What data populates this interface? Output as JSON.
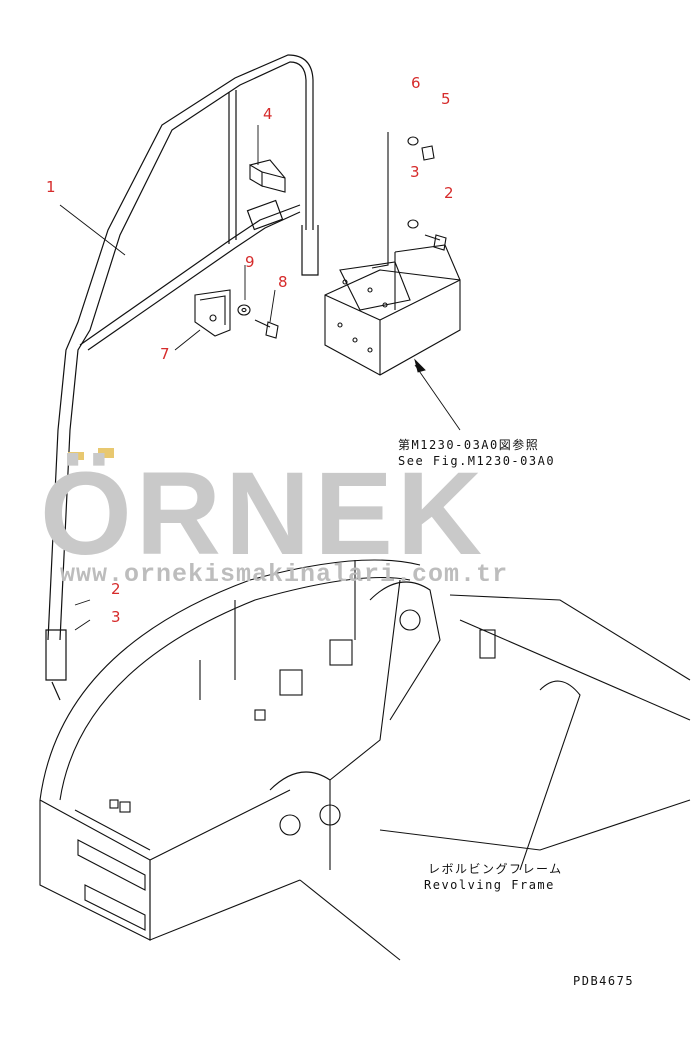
{
  "callouts": {
    "c1": "1",
    "c2a": "2",
    "c2b": "2",
    "c3a": "3",
    "c3b": "3",
    "c4": "4",
    "c5": "5",
    "c6": "6",
    "c7": "7",
    "c8": "8",
    "c9": "9"
  },
  "notes": {
    "see_fig_jp": "第M1230-03A0図参照",
    "see_fig_en": "See Fig.M1230-03A0",
    "frame_jp": "レボルビングフレーム",
    "frame_en": "Revolving Frame",
    "drawing_code": "PDB4675"
  },
  "watermark": {
    "brand": "ÖRNEK",
    "url": "www.ornekismakinalari.com.tr"
  },
  "colors": {
    "callout": "#d62b2b",
    "line": "#111111",
    "watermark": "#c9c9c9",
    "watermark_dots": "#e8c870"
  }
}
